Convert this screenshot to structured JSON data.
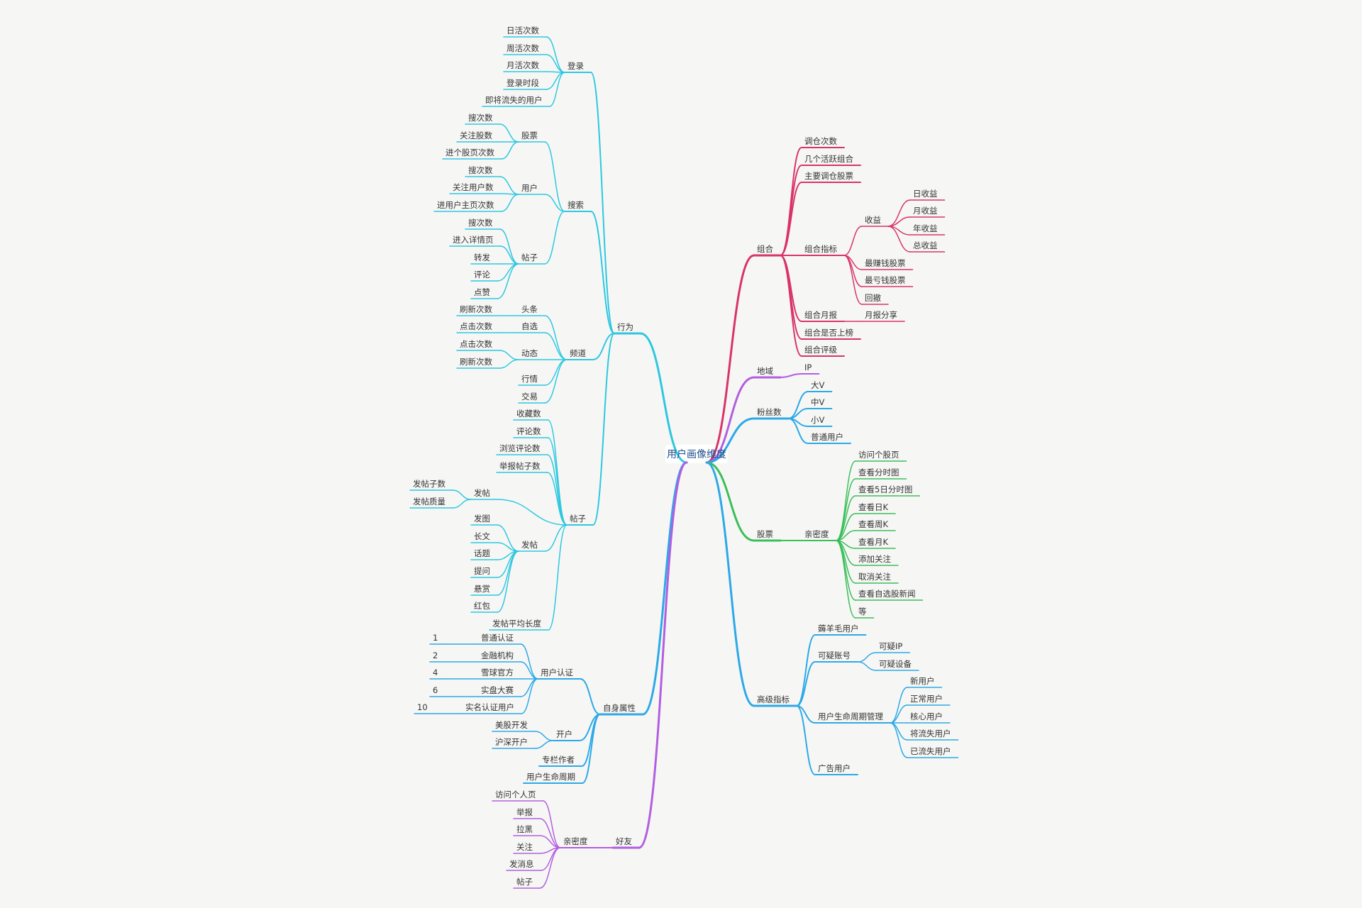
{
  "root": "用户画像维度",
  "colors": {
    "cyan": "#2ec7e0",
    "crimson": "#d8336b",
    "violet": "#b25ee0",
    "blue": "#2da8e8",
    "green": "#3cbe5a"
  },
  "branches": [
    {
      "label": "行为",
      "color": "cyan",
      "children": [
        {
          "label": "登录",
          "children": [
            {
              "label": "日活次数"
            },
            {
              "label": "周活次数"
            },
            {
              "label": "月活次数"
            },
            {
              "label": "登录时段"
            },
            {
              "label": "即将流失的用户"
            }
          ]
        },
        {
          "label": "搜索",
          "children": [
            {
              "label": "股票",
              "children": [
                {
                  "label": "搜次数"
                },
                {
                  "label": "关注股数"
                },
                {
                  "label": "进个股页次数"
                }
              ]
            },
            {
              "label": "用户",
              "children": [
                {
                  "label": "搜次数"
                },
                {
                  "label": "关注用户数"
                },
                {
                  "label": "进用户主页次数"
                }
              ]
            },
            {
              "label": "帖子",
              "children": [
                {
                  "label": "搜次数"
                },
                {
                  "label": "进入详情页"
                },
                {
                  "label": "转发"
                },
                {
                  "label": "评论"
                },
                {
                  "label": "点赞"
                }
              ]
            }
          ]
        },
        {
          "label": "频道",
          "children": [
            {
              "label": "头条",
              "children": [
                {
                  "label": "刷新次数"
                }
              ]
            },
            {
              "label": "自选",
              "children": [
                {
                  "label": "点击次数"
                }
              ]
            },
            {
              "label": "动态",
              "children": [
                {
                  "label": "点击次数"
                },
                {
                  "label": "刷新次数"
                }
              ]
            },
            {
              "label": "行情"
            },
            {
              "label": "交易"
            }
          ]
        },
        {
          "label": "帖子",
          "children": [
            {
              "label": "收藏数"
            },
            {
              "label": "评论数"
            },
            {
              "label": "浏览评论数"
            },
            {
              "label": "举报帖子数"
            },
            {
              "label": "发帖",
              "children": [
                {
                  "label": "发帖子数"
                },
                {
                  "label": "发帖质量"
                }
              ]
            },
            {
              "label": "发帖",
              "children": [
                {
                  "label": "发图"
                },
                {
                  "label": "长文"
                },
                {
                  "label": "话题"
                },
                {
                  "label": "提问"
                },
                {
                  "label": "悬赏"
                },
                {
                  "label": "红包"
                }
              ]
            },
            {
              "label": "发帖平均长度"
            }
          ]
        }
      ]
    },
    {
      "label": "自身属性",
      "color": "blue",
      "children": [
        {
          "label": "用户认证",
          "children": [
            {
              "label": "普通认证",
              "children": [
                {
                  "label": "1"
                }
              ]
            },
            {
              "label": "金融机构",
              "children": [
                {
                  "label": "2"
                }
              ]
            },
            {
              "label": "雪球官方",
              "children": [
                {
                  "label": "4"
                }
              ]
            },
            {
              "label": "实盘大赛",
              "children": [
                {
                  "label": "6"
                }
              ]
            },
            {
              "label": "实名认证用户",
              "children": [
                {
                  "label": "10"
                }
              ]
            }
          ]
        },
        {
          "label": "开户",
          "children": [
            {
              "label": "美股开发"
            },
            {
              "label": "沪深开户"
            }
          ]
        },
        {
          "label": "专栏作者"
        },
        {
          "label": "用户生命周期"
        }
      ]
    },
    {
      "label": "好友",
      "color": "violet",
      "children": [
        {
          "label": "亲密度",
          "children": [
            {
              "label": "访问个人页"
            },
            {
              "label": "举报"
            },
            {
              "label": "拉黑"
            },
            {
              "label": "关注"
            },
            {
              "label": "发消息"
            },
            {
              "label": "帖子"
            }
          ]
        }
      ]
    },
    {
      "label": "组合",
      "color": "crimson",
      "children": [
        {
          "label": "调仓次数"
        },
        {
          "label": "几个活跃组合"
        },
        {
          "label": "主要调仓股票"
        },
        {
          "label": "组合指标",
          "children": [
            {
              "label": "收益",
              "children": [
                {
                  "label": "日收益"
                },
                {
                  "label": "月收益"
                },
                {
                  "label": "年收益"
                },
                {
                  "label": "总收益"
                }
              ]
            },
            {
              "label": "最赚钱股票"
            },
            {
              "label": "最亏钱股票"
            },
            {
              "label": "回撤"
            }
          ]
        },
        {
          "label": "组合月报",
          "children": [
            {
              "label": "月报分享"
            }
          ]
        },
        {
          "label": "组合是否上榜"
        },
        {
          "label": "组合评级"
        }
      ]
    },
    {
      "label": "地域",
      "color": "violet",
      "children": [
        {
          "label": "IP"
        }
      ]
    },
    {
      "label": "粉丝数",
      "color": "blue",
      "children": [
        {
          "label": "大V"
        },
        {
          "label": "中V"
        },
        {
          "label": "小V"
        },
        {
          "label": "普通用户"
        }
      ]
    },
    {
      "label": "股票",
      "color": "green",
      "children": [
        {
          "label": "亲密度",
          "children": [
            {
              "label": "访问个股页"
            },
            {
              "label": "查看分时图"
            },
            {
              "label": "查看5日分时图"
            },
            {
              "label": "查看日K"
            },
            {
              "label": "查看周K"
            },
            {
              "label": "查看月K"
            },
            {
              "label": "添加关注"
            },
            {
              "label": "取消关注"
            },
            {
              "label": "查看自选股新闻"
            },
            {
              "label": "等"
            }
          ]
        }
      ]
    },
    {
      "label": "高级指标",
      "color": "blue",
      "children": [
        {
          "label": "薅羊毛用户"
        },
        {
          "label": "可疑账号",
          "children": [
            {
              "label": "可疑IP"
            },
            {
              "label": "可疑设备"
            }
          ]
        },
        {
          "label": "用户生命周期管理",
          "children": [
            {
              "label": "新用户"
            },
            {
              "label": "正常用户"
            },
            {
              "label": "核心用户"
            },
            {
              "label": "将流失用户"
            },
            {
              "label": "已流失用户"
            }
          ]
        },
        {
          "label": "广告用户"
        }
      ]
    }
  ]
}
